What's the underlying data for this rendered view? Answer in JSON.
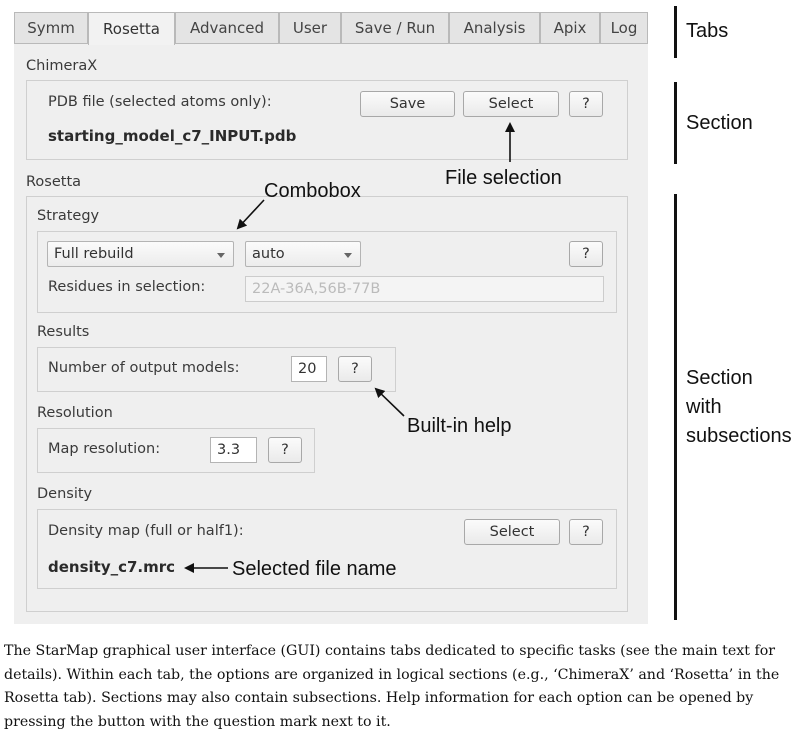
{
  "tabs": [
    {
      "label": "Symm",
      "active": false
    },
    {
      "label": "Rosetta",
      "active": true
    },
    {
      "label": "Advanced",
      "active": false
    },
    {
      "label": "User",
      "active": false
    },
    {
      "label": "Save / Run",
      "active": false
    },
    {
      "label": "Analysis",
      "active": false
    },
    {
      "label": "Apix",
      "active": false
    },
    {
      "label": "Log",
      "active": false
    }
  ],
  "chimerax": {
    "title": "ChimeraX",
    "pdb_label": "PDB file (selected atoms only):",
    "save_label": "Save",
    "select_label": "Select",
    "help_label": "?",
    "filename": "starting_model_c7_INPUT.pdb"
  },
  "rosetta": {
    "title": "Rosetta",
    "strategy": {
      "title": "Strategy",
      "mode_value": "Full rebuild",
      "sub_value": "auto",
      "help_label": "?",
      "residues_label": "Residues in selection:",
      "residues_placeholder": "22A-36A,56B-77B"
    },
    "results": {
      "title": "Results",
      "models_label": "Number of output models:",
      "models_value": "20",
      "help_label": "?"
    },
    "resolution": {
      "title": "Resolution",
      "label": "Map resolution:",
      "value": "3.3",
      "help_label": "?"
    },
    "density": {
      "title": "Density",
      "label": "Density map (full or half1):",
      "select_label": "Select",
      "help_label": "?",
      "filename": "density_c7.mrc"
    }
  },
  "annotations": {
    "combobox": "Combobox",
    "file_selection": "File selection",
    "builtin_help": "Built-in help",
    "selected_file": "Selected file name",
    "tabs": "Tabs",
    "section": "Section",
    "section_subsections": [
      "Section",
      "with",
      "subsections"
    ]
  },
  "caption": "The StarMap graphical user interface (GUI) contains tabs dedicated to specific tasks (see the main text for details). Within each tab, the options are organized in logical sections (e.g., ‘ChimeraX’ and ‘Rosetta’ in the Rosetta tab). Sections may also contain subsections. Help information for each option can be opened by pressing the button with the question mark next to it."
}
